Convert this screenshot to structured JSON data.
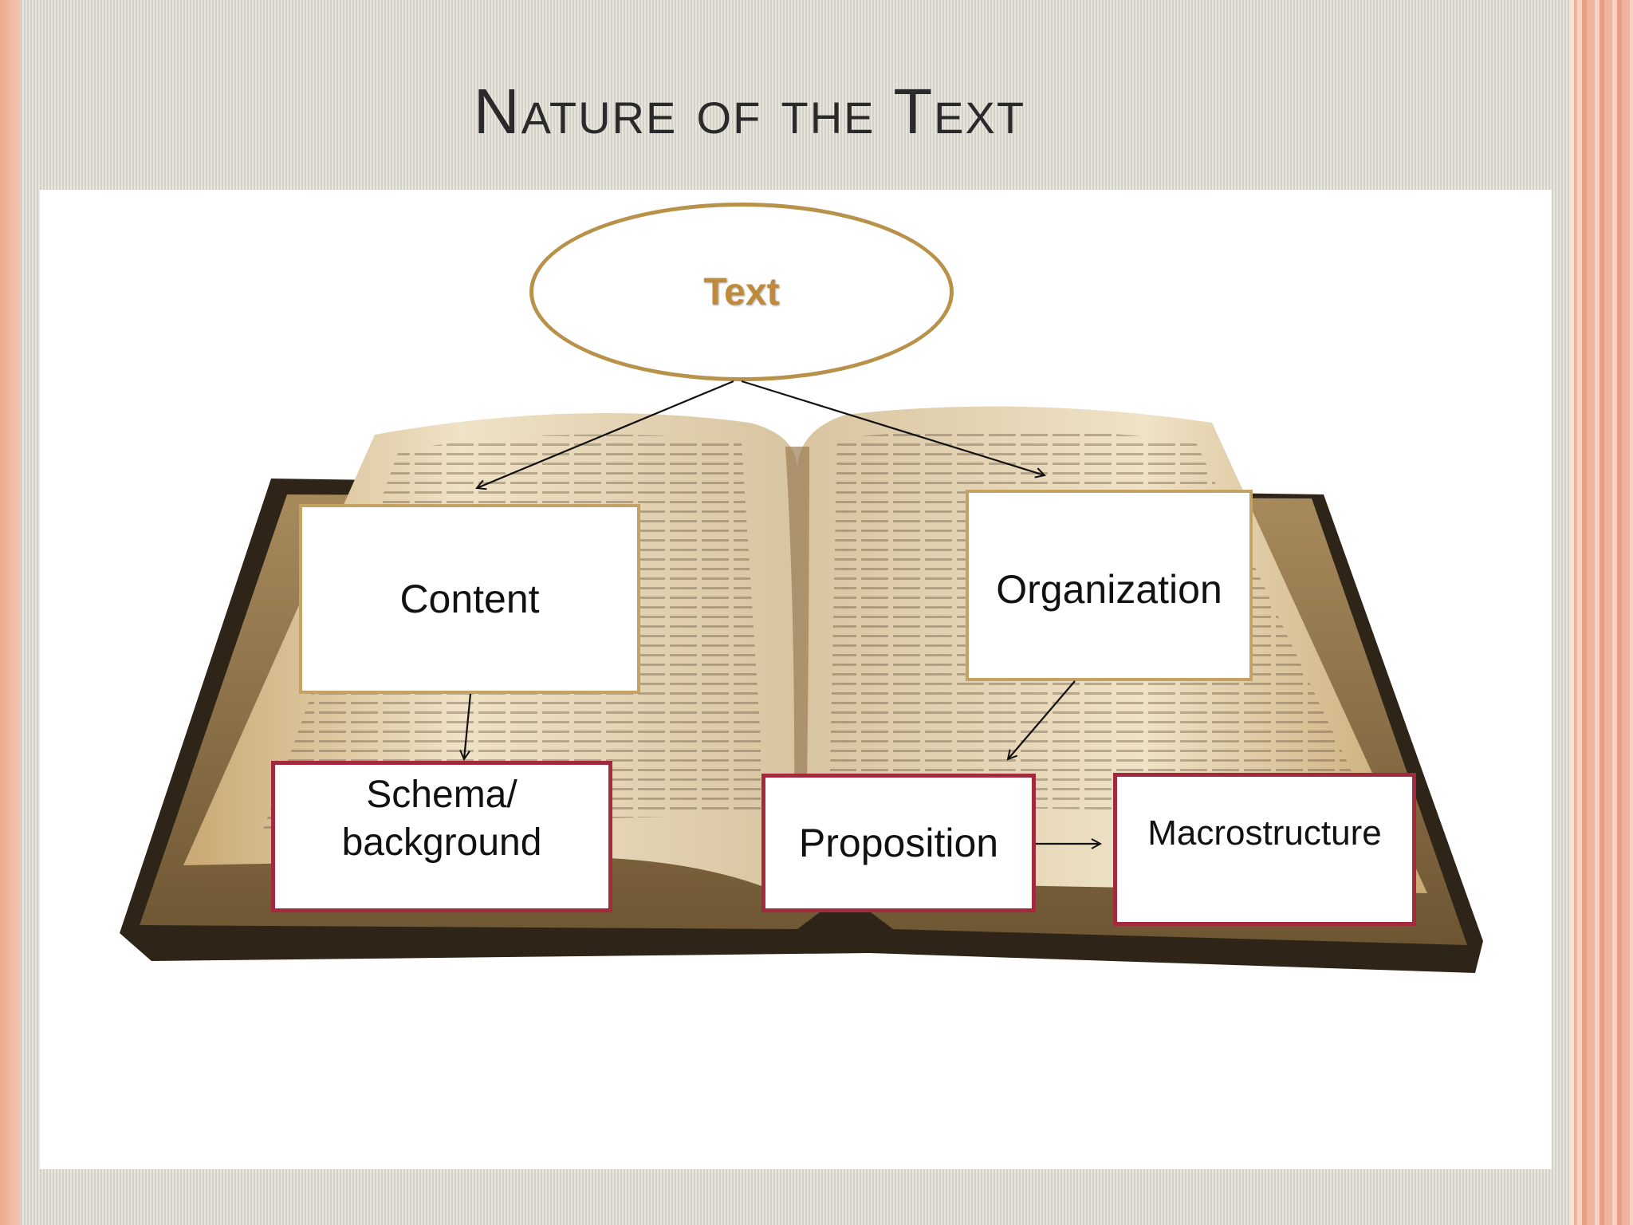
{
  "slide": {
    "title": "Nature of the Text"
  },
  "diagram": {
    "root": "Text",
    "content": "Content",
    "organization": "Organization",
    "schema": "Schema/\nbackground",
    "proposition": "Proposition",
    "macrostructure": "Macrostructure"
  },
  "colors": {
    "ellipse_border": "#b8924a",
    "root_text": "#c08a3c",
    "gold_border": "#c4a263",
    "red_border": "#a32a3c",
    "accent_stripe": "#f0b49c"
  }
}
